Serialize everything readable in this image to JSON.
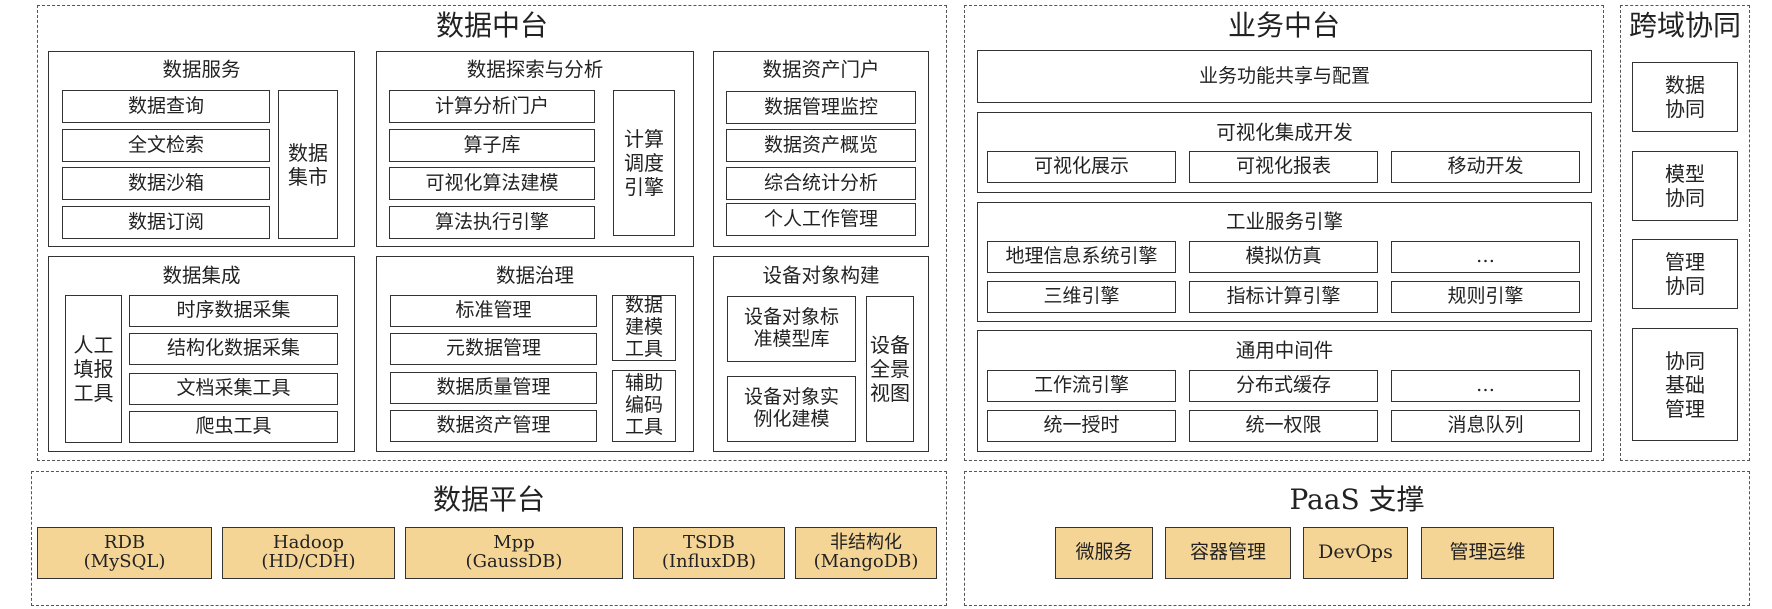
{
  "data_center": {
    "title": "数据中台",
    "services": {
      "title": "数据服务",
      "items": [
        "数据查询",
        "全文检索",
        "数据沙箱",
        "数据订阅"
      ],
      "side": "数据集市"
    },
    "explore": {
      "title": "数据探索与分析",
      "items": [
        "计算分析门户",
        "算子库",
        "可视化算法建模",
        "算法执行引擎"
      ],
      "side": "计算调度引擎"
    },
    "portal": {
      "title": "数据资产门户",
      "items": [
        "数据管理监控",
        "数据资产概览",
        "综合统计分析",
        "个人工作管理"
      ]
    },
    "integration": {
      "title": "数据集成",
      "side": "人工填报工具",
      "items": [
        "时序数据采集",
        "结构化数据采集",
        "文档采集工具",
        "爬虫工具"
      ]
    },
    "governance": {
      "title": "数据治理",
      "items": [
        "标准管理",
        "元数据管理",
        "数据质量管理",
        "数据资产管理"
      ],
      "side": [
        "数据建模工具",
        "辅助编码工具"
      ]
    },
    "device": {
      "title": "设备对象构建",
      "items": [
        "设备对象标准模型库",
        "设备对象实例化建模"
      ],
      "side": "设备全景视图"
    }
  },
  "business_center": {
    "title": "业务中台",
    "share": "业务功能共享与配置",
    "visual": {
      "title": "可视化集成开发",
      "items": [
        "可视化展示",
        "可视化报表",
        "移动开发"
      ]
    },
    "industrial": {
      "title": "工业服务引擎",
      "items": [
        "地理信息系统引擎",
        "模拟仿真",
        "…",
        "三维引擎",
        "指标计算引擎",
        "规则引擎"
      ]
    },
    "middleware": {
      "title": "通用中间件",
      "items": [
        "工作流引擎",
        "分布式缓存",
        "…",
        "统一授时",
        "统一权限",
        "消息队列"
      ]
    }
  },
  "cross_domain": {
    "title": "跨域协同",
    "items": [
      "数据协同",
      "模型协同",
      "管理协同",
      "协同基础管理"
    ]
  },
  "data_platform": {
    "title": "数据平台",
    "items": [
      {
        "name": "RDB",
        "sub": "(MySQL)"
      },
      {
        "name": "Hadoop",
        "sub": "(HD/CDH)"
      },
      {
        "name": "Mpp",
        "sub": "(GaussDB)"
      },
      {
        "name": "TSDB",
        "sub": "(InfluxDB)"
      },
      {
        "name": "非结构化",
        "sub": "(MangoDB)"
      }
    ]
  },
  "paas": {
    "title": "PaaS 支撑",
    "items": [
      "微服务",
      "容器管理",
      "DevOps",
      "管理运维"
    ]
  },
  "colors": {
    "fill": "#f5d596",
    "border": "#333333",
    "dashed": "#555555"
  }
}
